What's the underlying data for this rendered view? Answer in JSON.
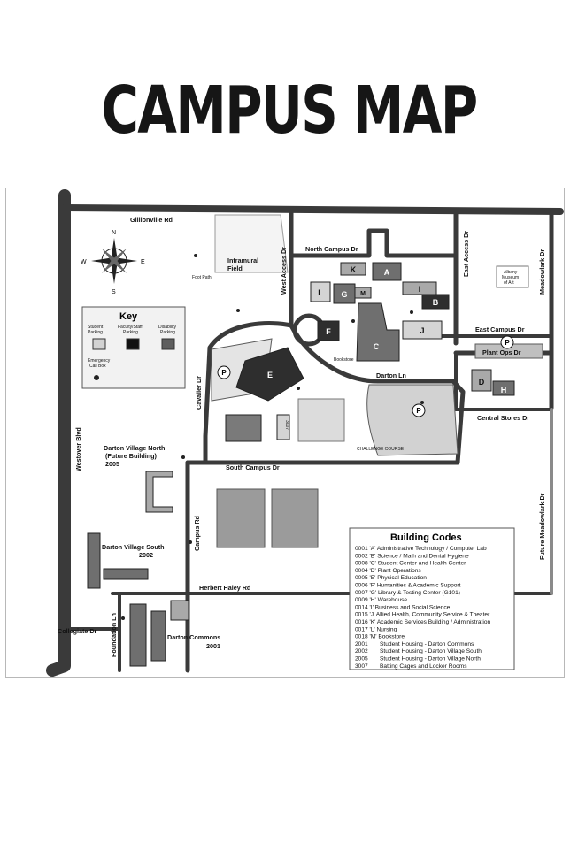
{
  "title": "CAMPUS MAP",
  "roads": {
    "gillionville": "Gillionville Rd",
    "north_campus": "North Campus Dr",
    "west_access": "West Access Dr",
    "east_access": "East Access Dr",
    "meadowlark": "Meadowlark Dr",
    "east_campus": "East Campus Dr",
    "plant_ops": "Plant Ops Dr",
    "darton_ln": "Darton Ln",
    "cavalier": "Cavalier Dr",
    "central_stores": "Central Stores Dr",
    "south_campus": "South Campus Dr",
    "westover": "Westover Blvd",
    "future_meadowlark": "Future Meadowlark Dr",
    "campus_rd": "Campus Rd",
    "herbert_haley": "Herbert Haley Rd",
    "collegiate": "Collegiate Dr",
    "foundation": "Foundation Ln"
  },
  "places": {
    "intramural": "Intramural",
    "field": "Field",
    "foot_path": "Foot Path",
    "albany_museum_1": "Albany",
    "albany_museum_2": "Museum",
    "albany_museum_3": "of Art",
    "bookstore": "Bookstore",
    "dvn_1": "Darton Village North",
    "dvn_2": "(Future Building)",
    "dvn_3": "2005",
    "dvs_1": "Darton Village South",
    "dvs_2": "2002",
    "commons_1": "Darton Commons",
    "commons_2": "2001",
    "batting": "3007",
    "challenge": "CHALLENGE COURSE"
  },
  "parking_symbol": "P",
  "compass": {
    "n": "N",
    "s": "S",
    "e": "E",
    "w": "W"
  },
  "buildings": [
    "A",
    "B",
    "C",
    "D",
    "E",
    "F",
    "G",
    "H",
    "I",
    "J",
    "K",
    "L",
    "M"
  ],
  "key": {
    "title": "Key",
    "student_1": "Student",
    "student_2": "Parking",
    "faculty_1": "Faculty/Staff",
    "faculty_2": "Parking",
    "disability_1": "Disability",
    "disability_2": "Parking",
    "emergency_1": "Emergency",
    "emergency_2": "Call Box"
  },
  "codes": {
    "title": "Building Codes",
    "rows": [
      "0001 'A' Administrative Technology / Computer Lab",
      "0002 'B' Science / Math and Dental Hygiene",
      "0008 'C' Student Center and Health Center",
      "0004 'D' Plant Operations",
      "0005 'E' Physical Education",
      "0006 'F' Humanities & Academic Support",
      "0007 'G' Library & Testing Center (G101)",
      "0009 'H' Warehouse",
      "0014 'I' Business and Social Science",
      "0015 'J' Allied Health, Community Service & Theater",
      "0016 'K' Academic Services Building / Administration",
      "0017 'L' Nursing",
      "0018 'M' Bookstore"
    ],
    "housing": [
      {
        "code": "2001",
        "name": "Student Housing - Darton Commons"
      },
      {
        "code": "2002",
        "name": "Student Housing - Darton Village South"
      },
      {
        "code": "2005",
        "name": "Student Housing - Darton Village North"
      },
      {
        "code": "3007",
        "name": "Batting Cages and Locker Rooms"
      }
    ]
  },
  "colors": {
    "road": "#3a3a3a",
    "road_light": "#8a8a8a",
    "building_dark": "#2e2e2e",
    "building_mid": "#6f6f6f",
    "building_light": "#a9a9a9",
    "parking": "#d2d2d2",
    "field": "#9b9b9b"
  }
}
